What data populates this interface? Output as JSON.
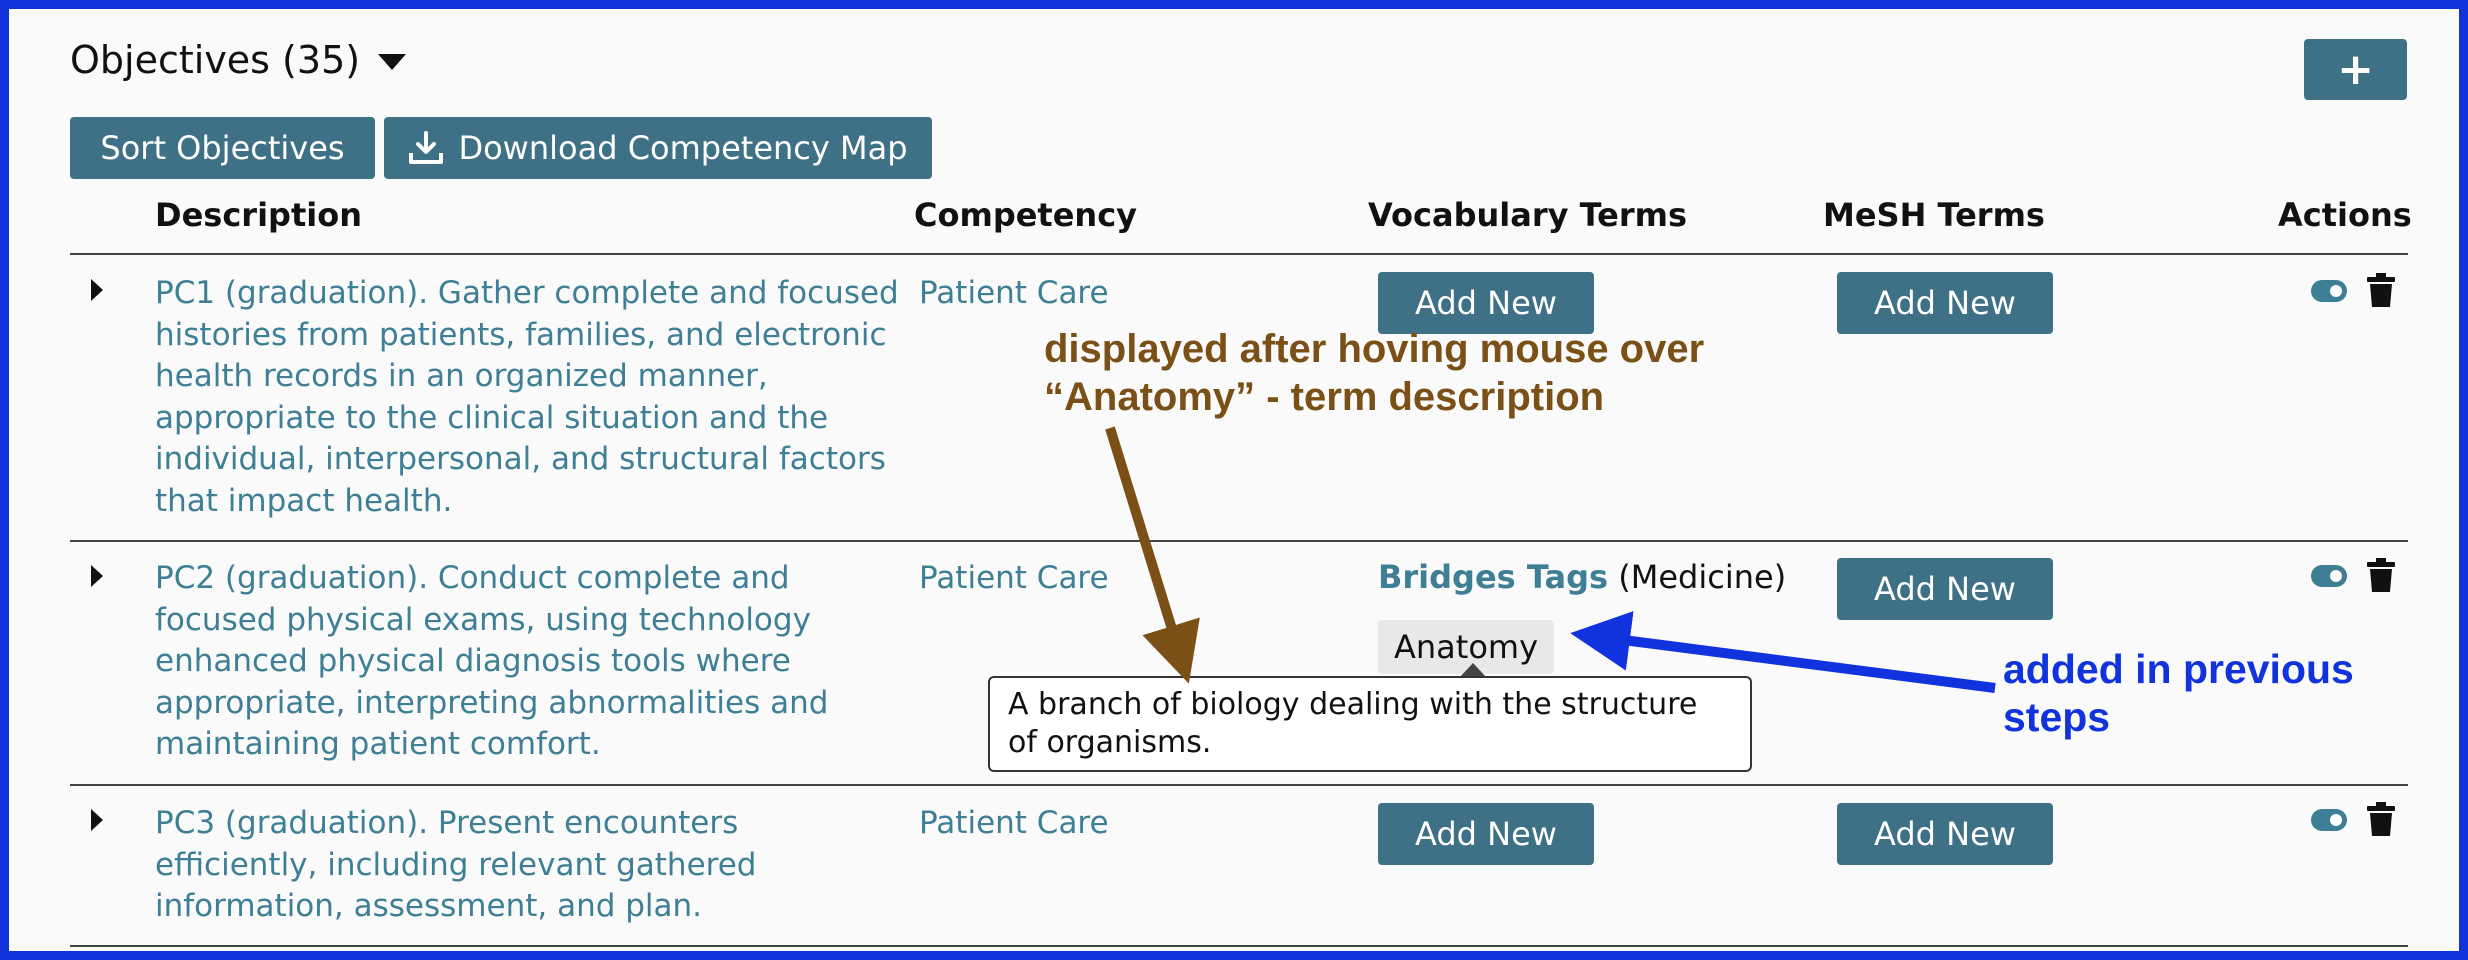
{
  "header": {
    "title": "Objectives (35)",
    "add_button": "+",
    "sort_button": "Sort Objectives",
    "download_button": "Download Competency Map"
  },
  "table": {
    "columns": [
      "Description",
      "Competency",
      "Vocabulary Terms",
      "MeSH Terms",
      "Actions"
    ],
    "rows": [
      {
        "description": "PC1 (graduation). Gather complete and focused histories from patients, families, and electronic health records in an organized manner, appropriate to the clinical situation and the individual, interpersonal, and structural factors that impact health.",
        "competency": "Patient Care",
        "vocab_button": "Add New",
        "mesh_button": "Add New"
      },
      {
        "description": "PC2 (graduation). Conduct complete and focused physical exams, using technology enhanced physical diagnosis tools where appropriate, interpreting abnormalities and maintaining patient comfort.",
        "competency": "Patient Care",
        "vocab_title": "Bridges Tags",
        "vocab_school": "(Medicine)",
        "vocab_term": "Anatomy",
        "term_tooltip": "A branch of biology dealing with the structure of organisms.",
        "mesh_button": "Add New"
      },
      {
        "description": "PC3 (graduation). Present encounters efficiently, including relevant gathered information, assessment, and plan.",
        "competency": "Patient Care",
        "vocab_button": "Add New",
        "mesh_button": "Add New"
      }
    ]
  },
  "annotations": {
    "hover_note": "displayed after hoving mouse over “Anatomy” - term description",
    "added_note": "added in previous steps",
    "hover_color": "#7a5016",
    "added_color": "#1133dd"
  },
  "icons": {
    "title_toggle": "caret-down-icon",
    "expand": "caret-right-icon",
    "download": "download-icon",
    "visibility": "toggle-icon",
    "delete": "trash-icon"
  },
  "colors": {
    "button": "#3e7186",
    "link": "#3e7f96",
    "frame": "#1133dd"
  }
}
